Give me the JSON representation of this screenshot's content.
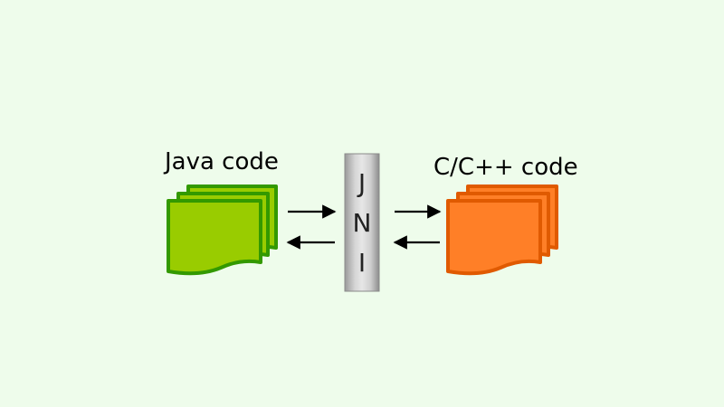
{
  "java": {
    "label": "Java code",
    "fill": "#99CC00",
    "stroke": "#339900"
  },
  "native": {
    "label": "C/C++ code",
    "fill": "#FF7F27",
    "stroke": "#E05A00"
  },
  "jni": {
    "letters": [
      "J",
      "N",
      "I"
    ]
  },
  "background": "#EEFCEB"
}
